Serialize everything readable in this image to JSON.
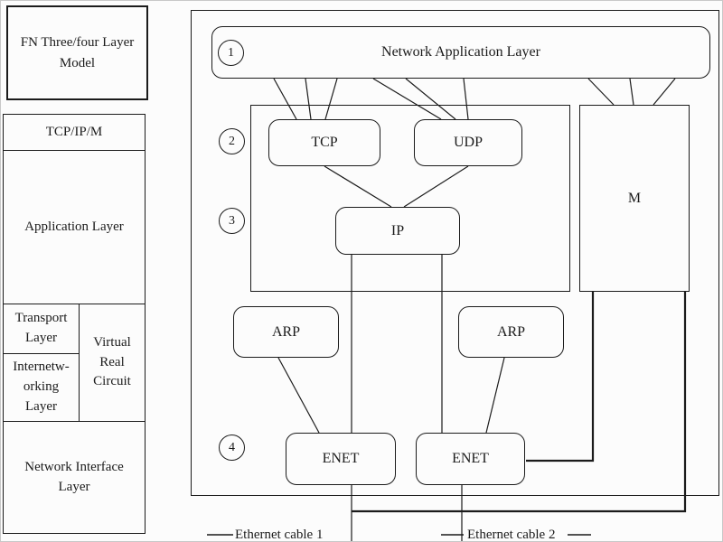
{
  "colors": {
    "ink": "#1b1b1b",
    "background": "#fcfcfc"
  },
  "left_panel": {
    "title_box": "FN Three/four Layer Model",
    "table": {
      "header": "TCP/IP/M",
      "application": "Application Layer",
      "transport": "Transport Layer",
      "internetworking": "Internetw-orking Layer",
      "virtual": "Virtual Real Circuit",
      "network_interface": "Network Interface Layer"
    }
  },
  "diagram": {
    "markers": [
      "1",
      "2",
      "3",
      "4"
    ],
    "nodes": {
      "network_application_layer": "Network Application Layer",
      "tcp": "TCP",
      "udp": "UDP",
      "ip": "IP",
      "m": "M",
      "arp_left": "ARP",
      "arp_right": "ARP",
      "enet_left": "ENET",
      "enet_right": "ENET"
    },
    "cables": [
      "Ethernet cable 1",
      "Ethernet cable 2"
    ]
  }
}
